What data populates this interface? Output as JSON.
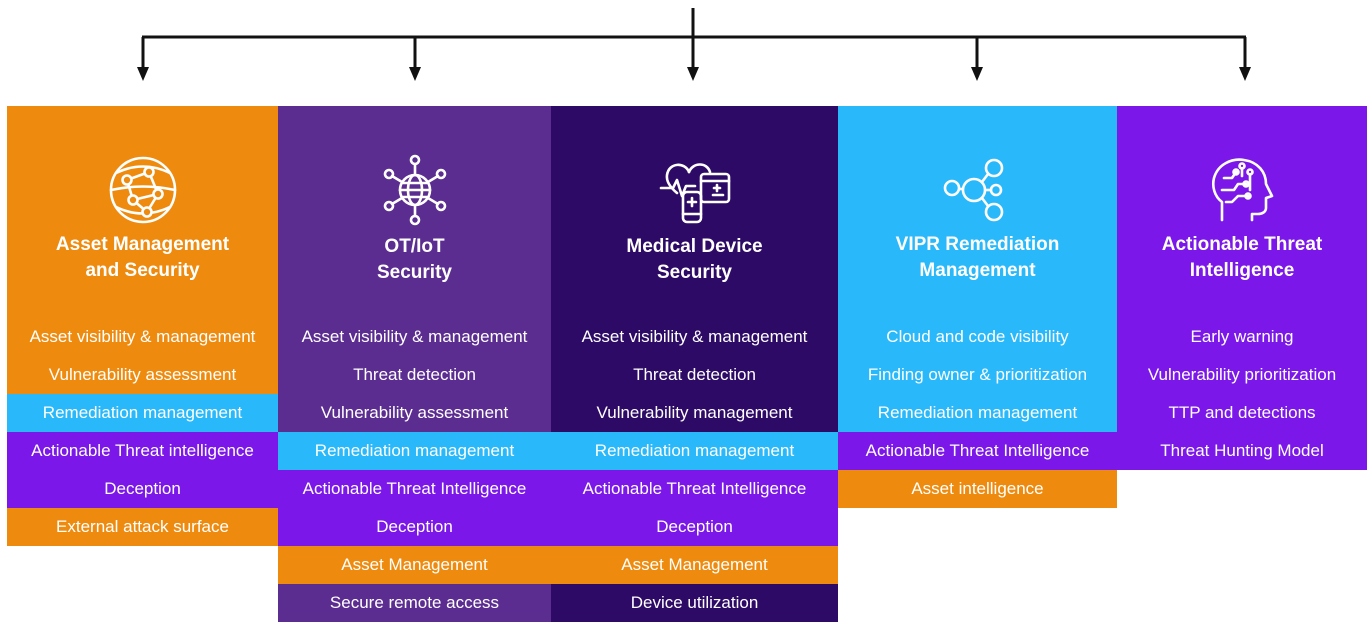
{
  "colors": {
    "orange": "#EE8B0F",
    "cyan": "#29B9FB",
    "violet": "#7B17E8",
    "plum": "#5C2D91",
    "navy": "#2D0A66",
    "connector": "#111111"
  },
  "columns": [
    {
      "id": "asset-management",
      "icon": "network-globe-icon",
      "title_lines": [
        "Asset Management",
        "and Security"
      ],
      "color": "orange",
      "items": [
        {
          "label": "Asset visibility & management",
          "color": "orange"
        },
        {
          "label": "Vulnerability assessment",
          "color": "orange"
        },
        {
          "label": "Remediation management",
          "color": "cyan"
        },
        {
          "label": "Actionable Threat intelligence",
          "color": "violet"
        },
        {
          "label": "Deception",
          "color": "violet"
        },
        {
          "label": "External attack surface",
          "color": "orange"
        }
      ]
    },
    {
      "id": "ot-iot",
      "icon": "iot-globe-hub-icon",
      "title_lines": [
        "OT/IoT",
        "Security"
      ],
      "color": "plum",
      "items": [
        {
          "label": "Asset visibility & management",
          "color": "plum"
        },
        {
          "label": "Threat detection",
          "color": "plum"
        },
        {
          "label": "Vulnerability assessment",
          "color": "plum"
        },
        {
          "label": "Remediation management",
          "color": "cyan"
        },
        {
          "label": "Actionable Threat Intelligence",
          "color": "violet"
        },
        {
          "label": "Deception",
          "color": "violet"
        },
        {
          "label": "Asset Management",
          "color": "orange"
        },
        {
          "label": "Secure remote access",
          "color": "plum"
        }
      ]
    },
    {
      "id": "medical-device",
      "icon": "medical-heart-device-icon",
      "title_lines": [
        "Medical Device",
        "Security"
      ],
      "color": "navy",
      "items": [
        {
          "label": "Asset visibility & management",
          "color": "navy"
        },
        {
          "label": "Threat detection",
          "color": "navy"
        },
        {
          "label": "Vulnerability management",
          "color": "navy"
        },
        {
          "label": "Remediation management",
          "color": "cyan"
        },
        {
          "label": "Actionable Threat Intelligence",
          "color": "violet"
        },
        {
          "label": "Deception",
          "color": "violet"
        },
        {
          "label": "Asset Management",
          "color": "orange"
        },
        {
          "label": "Device utilization",
          "color": "navy"
        }
      ]
    },
    {
      "id": "vipr-remediation",
      "icon": "molecule-nodes-icon",
      "title_lines": [
        "VIPR Remediation",
        "Management"
      ],
      "color": "cyan",
      "items": [
        {
          "label": "Cloud and code visibility",
          "color": "cyan"
        },
        {
          "label": "Finding owner & prioritization",
          "color": "cyan"
        },
        {
          "label": "Remediation management",
          "color": "cyan"
        },
        {
          "label": "Actionable Threat Intelligence",
          "color": "violet"
        },
        {
          "label": "Asset intelligence",
          "color": "orange"
        }
      ]
    },
    {
      "id": "threat-intelligence",
      "icon": "ai-head-circuit-icon",
      "title_lines": [
        "Actionable Threat",
        "Intelligence"
      ],
      "color": "violet",
      "items": [
        {
          "label": "Early warning",
          "color": "violet"
        },
        {
          "label": "Vulnerability prioritization",
          "color": "violet"
        },
        {
          "label": "TTP and detections",
          "color": "violet"
        },
        {
          "label": "Threat Hunting Model",
          "color": "violet"
        }
      ]
    }
  ]
}
